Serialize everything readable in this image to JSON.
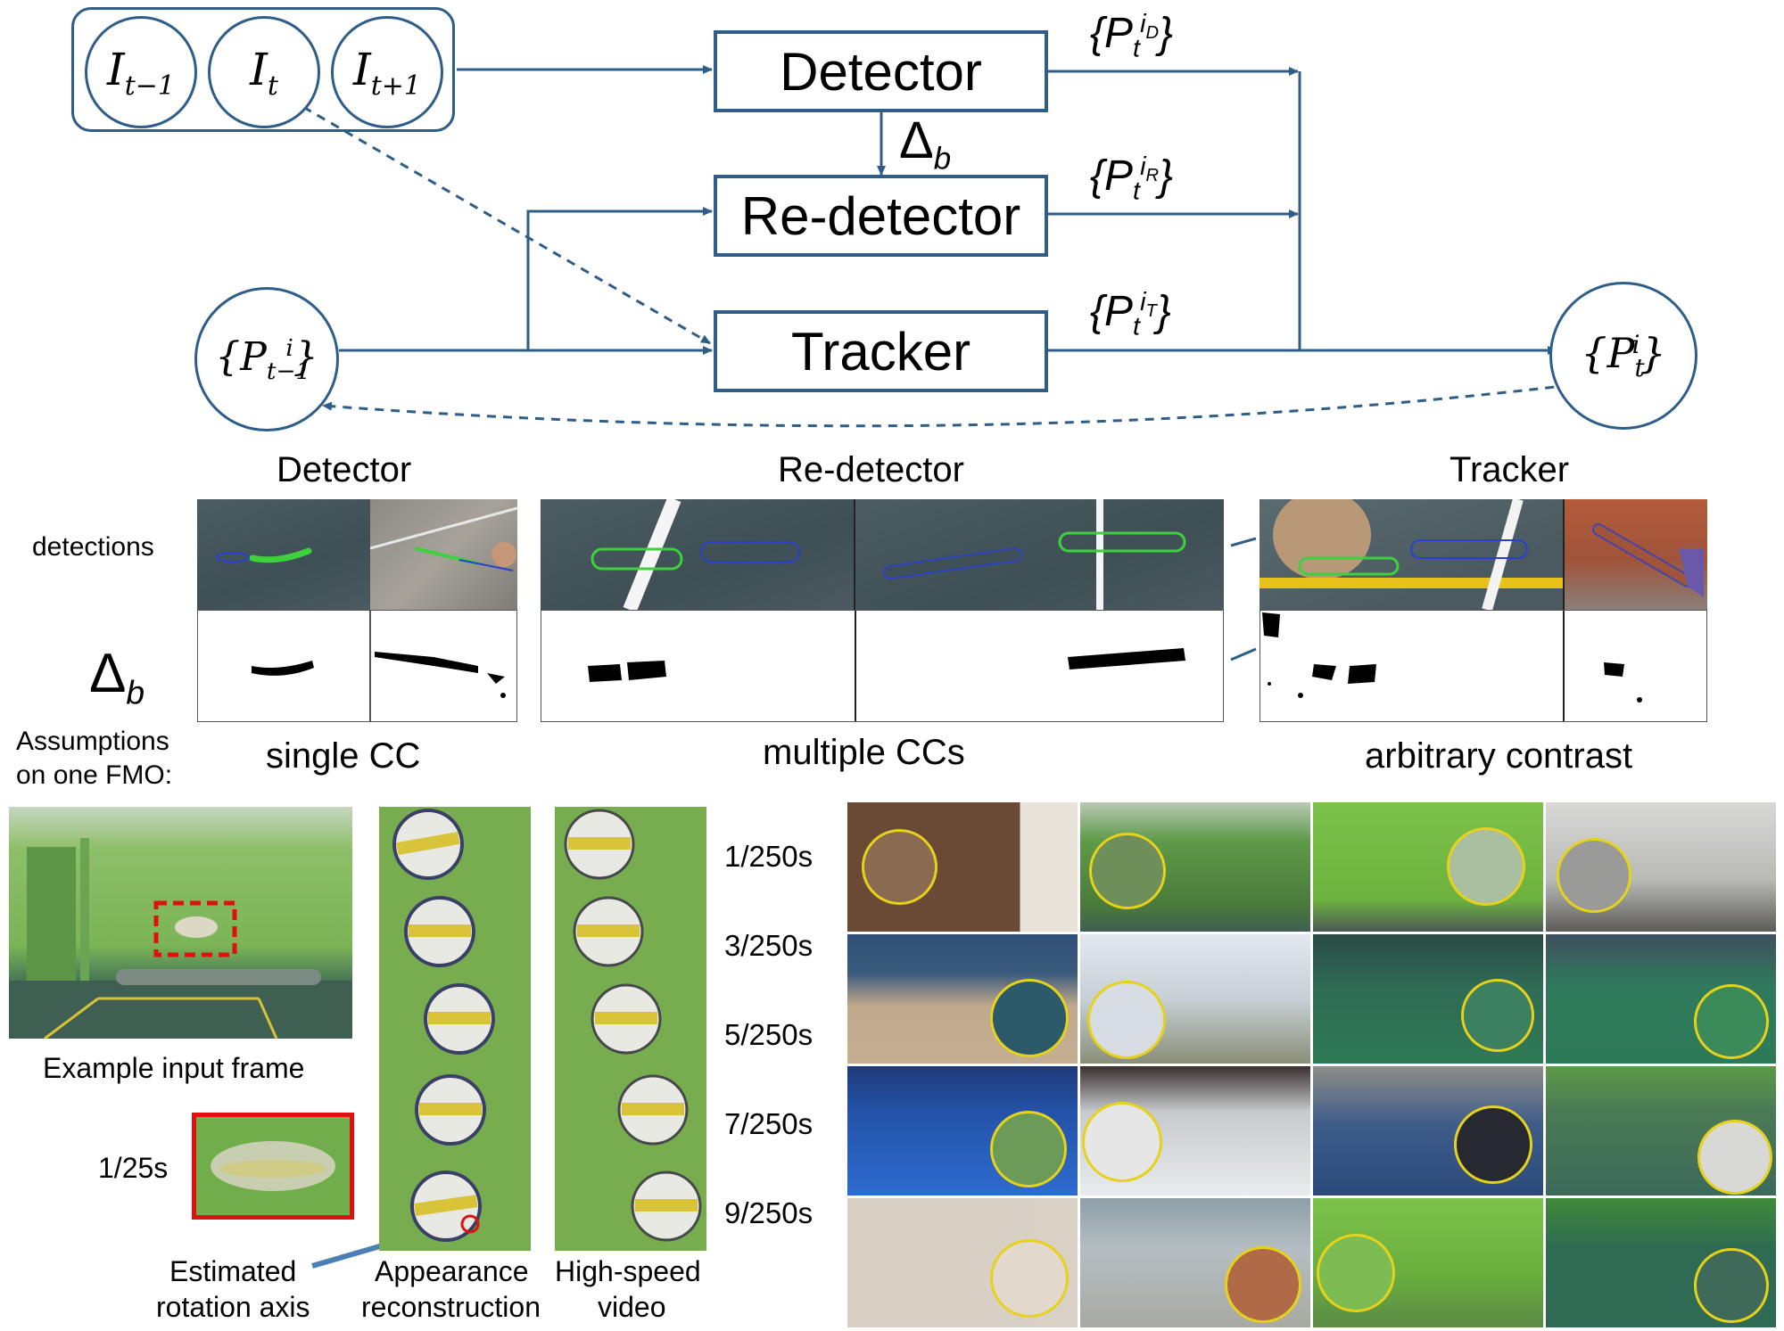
{
  "frames": {
    "prev": "I",
    "prev_sub": "t−1",
    "cur": "I",
    "cur_sub": "t",
    "next": "I",
    "next_sub": "t+1"
  },
  "boxes": {
    "detector": "Detector",
    "redetector": "Re-detector",
    "tracker": "Tracker"
  },
  "delta": {
    "symbol": "Δ",
    "sub": "b"
  },
  "outputs": {
    "det": {
      "base": "P",
      "sub": "t",
      "sup": "i",
      "supsub": "D"
    },
    "red": {
      "base": "P",
      "sub": "t",
      "sup": "i",
      "supsub": "R"
    },
    "trk": {
      "base": "P",
      "sub": "t",
      "sup": "i",
      "supsub": "T"
    }
  },
  "state": {
    "prev": {
      "base": "P",
      "sub": "t−1",
      "sup": "i"
    },
    "cur": {
      "base": "P",
      "sub": "t",
      "sup": "i"
    }
  },
  "sections": {
    "detector": "Detector",
    "redetector": "Re-detector",
    "tracker": "Tracker"
  },
  "row_labels": {
    "detections": "detections",
    "delta": "Δ",
    "delta_sub": "b"
  },
  "assumptions": {
    "label_line1": "Assumptions",
    "label_line2": "on one FMO:",
    "single": "single CC",
    "multiple": "multiple CCs",
    "arbitrary": "arbitrary contrast"
  },
  "example": {
    "caption": "Example input frame",
    "exposure": "1/25s"
  },
  "timings": [
    "1/250s",
    "3/250s",
    "5/250s",
    "7/250s",
    "9/250s"
  ],
  "bottom_captions": {
    "rotation_line1": "Estimated",
    "rotation_line2": "rotation axis",
    "appearance_line1": "Appearance",
    "appearance_line2": "reconstruction",
    "highspeed_line1": "High-speed",
    "highspeed_line2": "video"
  },
  "colors": {
    "arrow": "#2f5d8a",
    "detection_green": "#3dd13d",
    "detection_blue": "#2a3fcf",
    "highlight_red": "#e01010",
    "ring_yellow": "#e6d21a"
  }
}
